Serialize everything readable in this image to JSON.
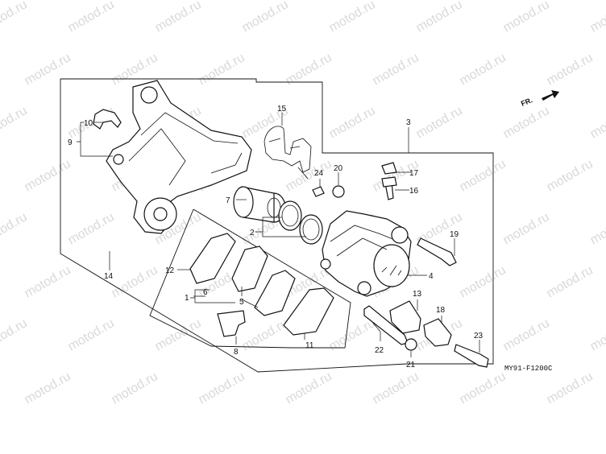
{
  "watermark": "motod.ru",
  "diagram_code": "MY91-F1200C",
  "direction_label": "FR.",
  "callouts": {
    "c1": "1",
    "c2": "2",
    "c3": "3",
    "c4": "4",
    "c5": "5",
    "c6": "6",
    "c7": "7",
    "c8": "8",
    "c9": "9",
    "c10": "10",
    "c11": "11",
    "c12": "12",
    "c13": "13",
    "c14": "14",
    "c15": "15",
    "c16": "16",
    "c17": "17",
    "c18": "18",
    "c19": "19",
    "c20": "20",
    "c21": "21",
    "c22": "22",
    "c23": "23",
    "c24": "24"
  }
}
